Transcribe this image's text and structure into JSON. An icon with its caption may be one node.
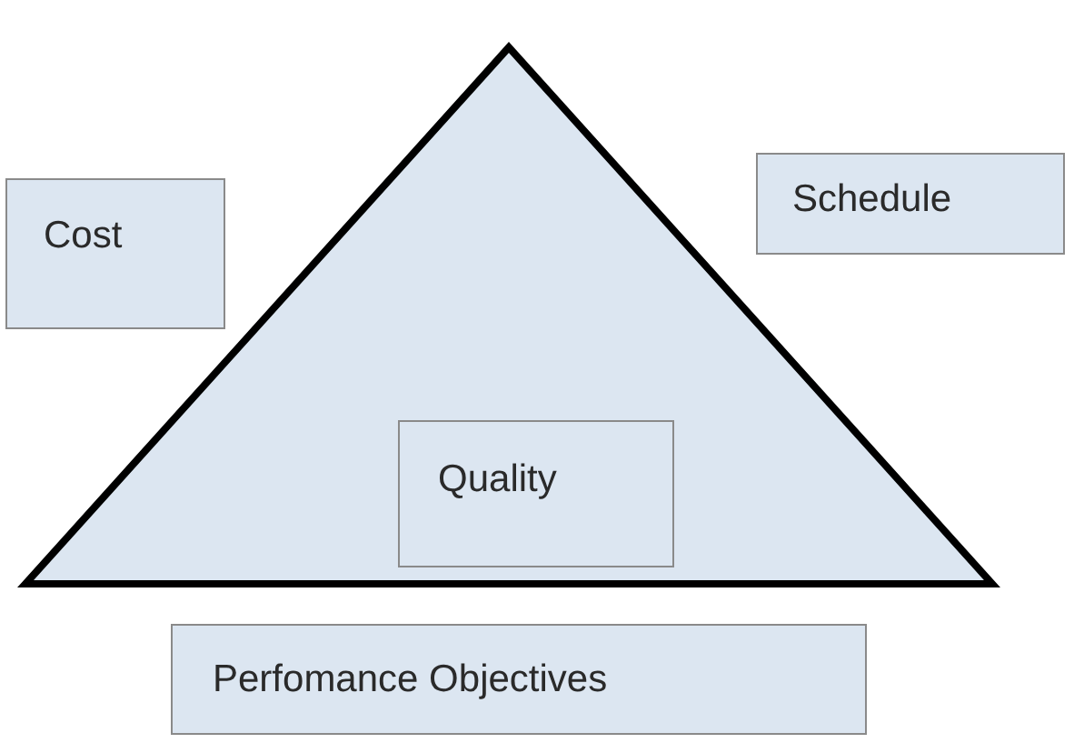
{
  "diagram": {
    "nodes": [
      {
        "text": [
          "Cost"
        ]
      },
      {
        "text": [],
        "shape": "triangle"
      },
      {
        "text": [
          "Schedule"
        ]
      },
      {
        "text": [
          "Quality"
        ],
        "in": 1
      },
      {
        "text": [
          "Perfomance Objectives"
        ]
      }
    ]
  }
}
